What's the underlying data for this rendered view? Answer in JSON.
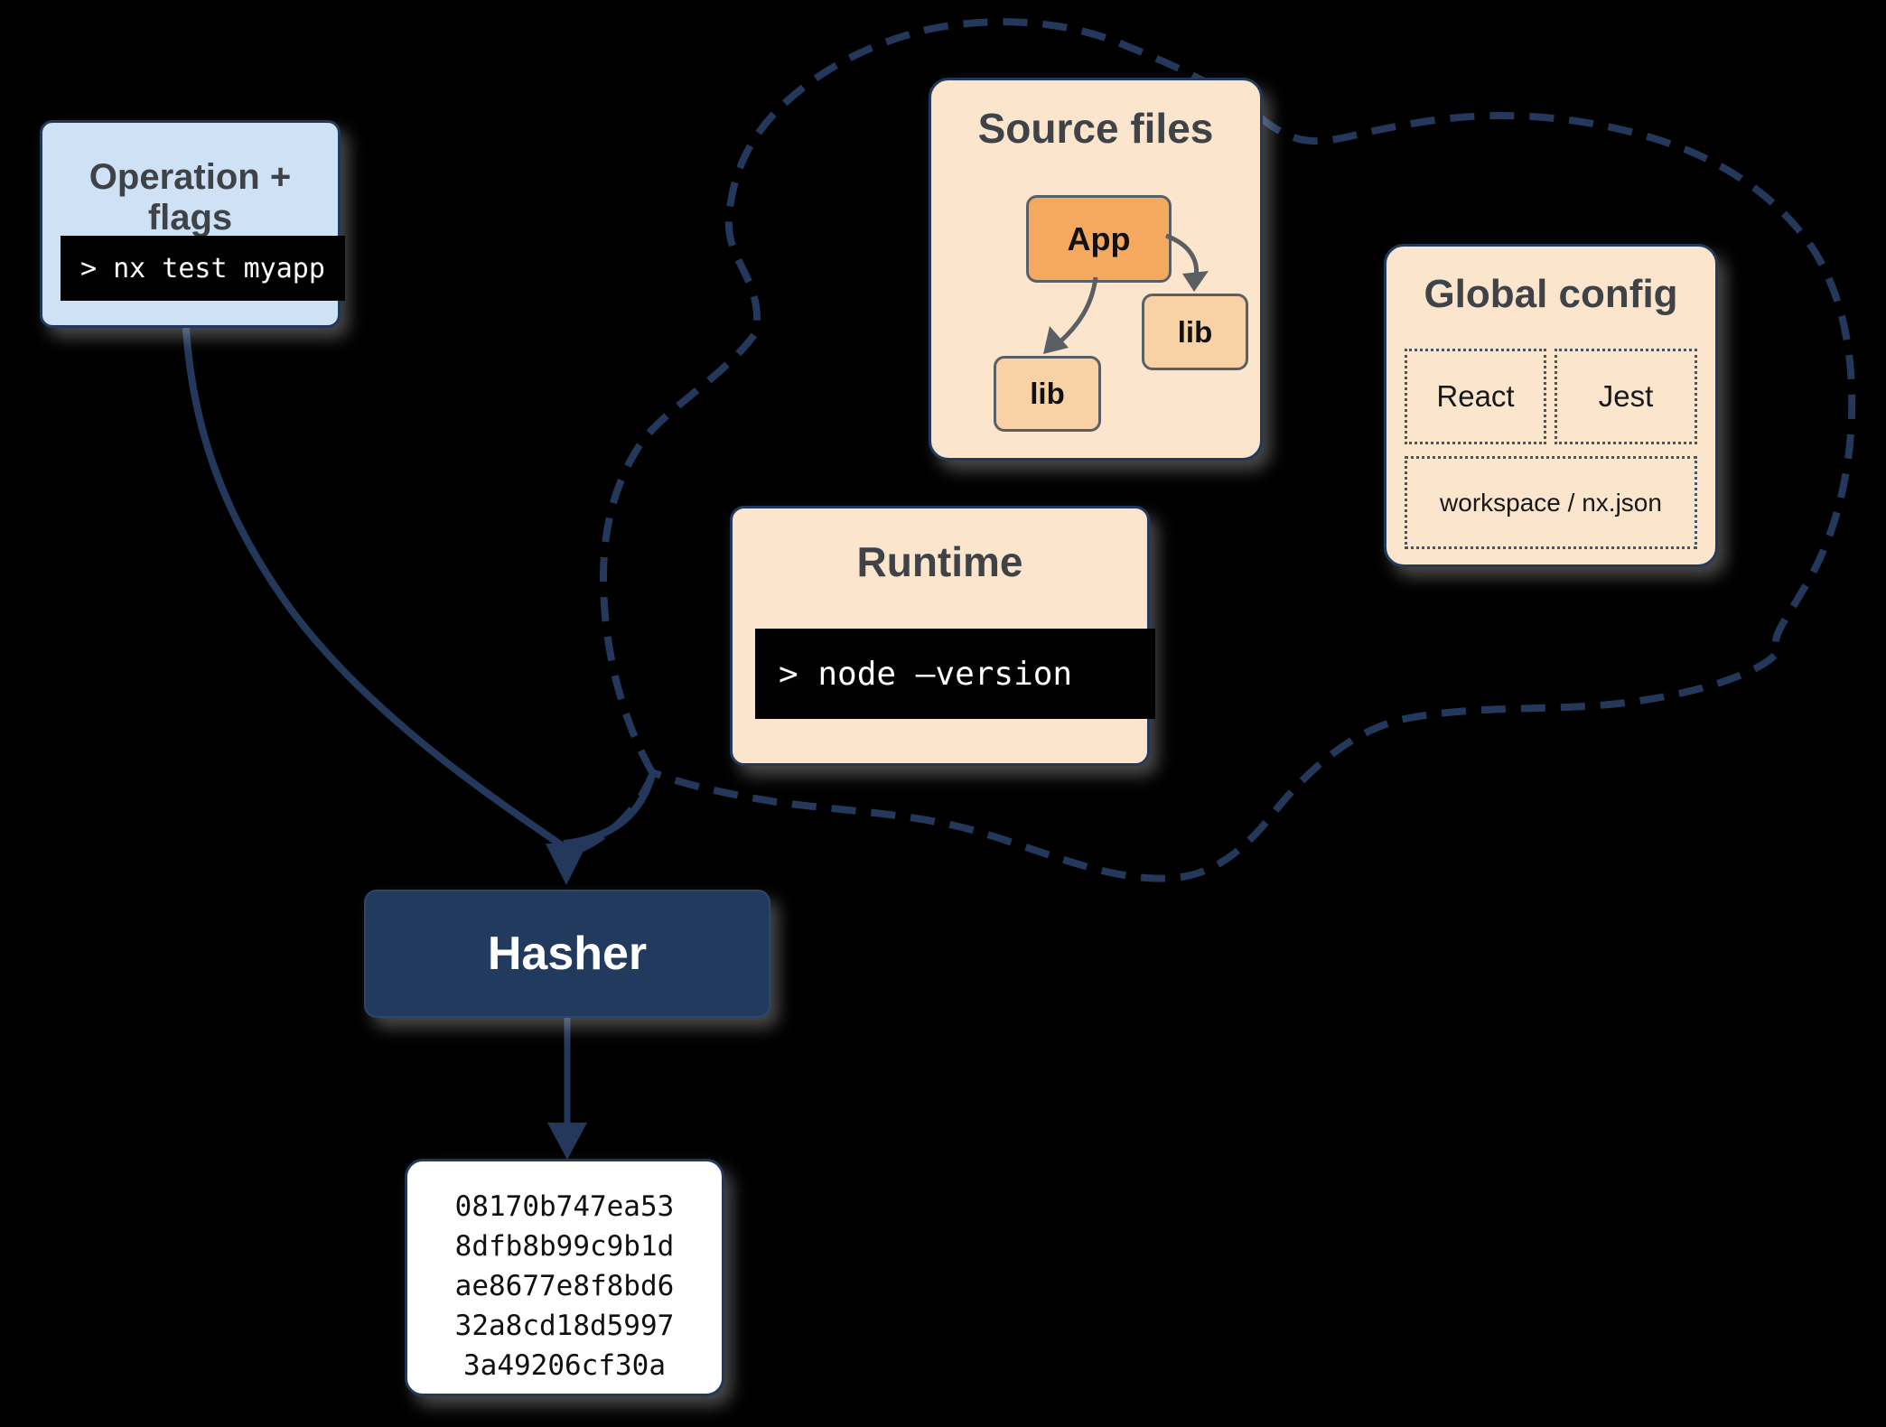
{
  "operation_box": {
    "title": "Operation + flags",
    "command": "> nx test myapp"
  },
  "cloud": {
    "source_files": {
      "title": "Source files",
      "app_node": "App",
      "lib_node_right": "lib",
      "lib_node_left": "lib"
    },
    "runtime": {
      "title": "Runtime",
      "command": "> node –version"
    },
    "global_config": {
      "title": "Global config",
      "item_react": "React",
      "item_jest": "Jest",
      "item_workspace": "workspace / nx.json"
    }
  },
  "hasher": {
    "label": "Hasher"
  },
  "hash_output": {
    "lines": [
      "08170b747ea53",
      "8dfb8b99c9b1d",
      "ae8677e8f8bd6",
      "32a8cd18d5997",
      "3a49206cf30a"
    ]
  },
  "colors": {
    "navy": "#24385c",
    "light_blue": "#cfe1f4",
    "peach": "#fbe5cc",
    "orange_app": "#f4a95e",
    "orange_lib": "#f8d2a4",
    "terminal_bg": "#010101",
    "title_text": "#3f4348",
    "hasher_bg": "#213a5e",
    "gray_border": "#5a5f66"
  }
}
